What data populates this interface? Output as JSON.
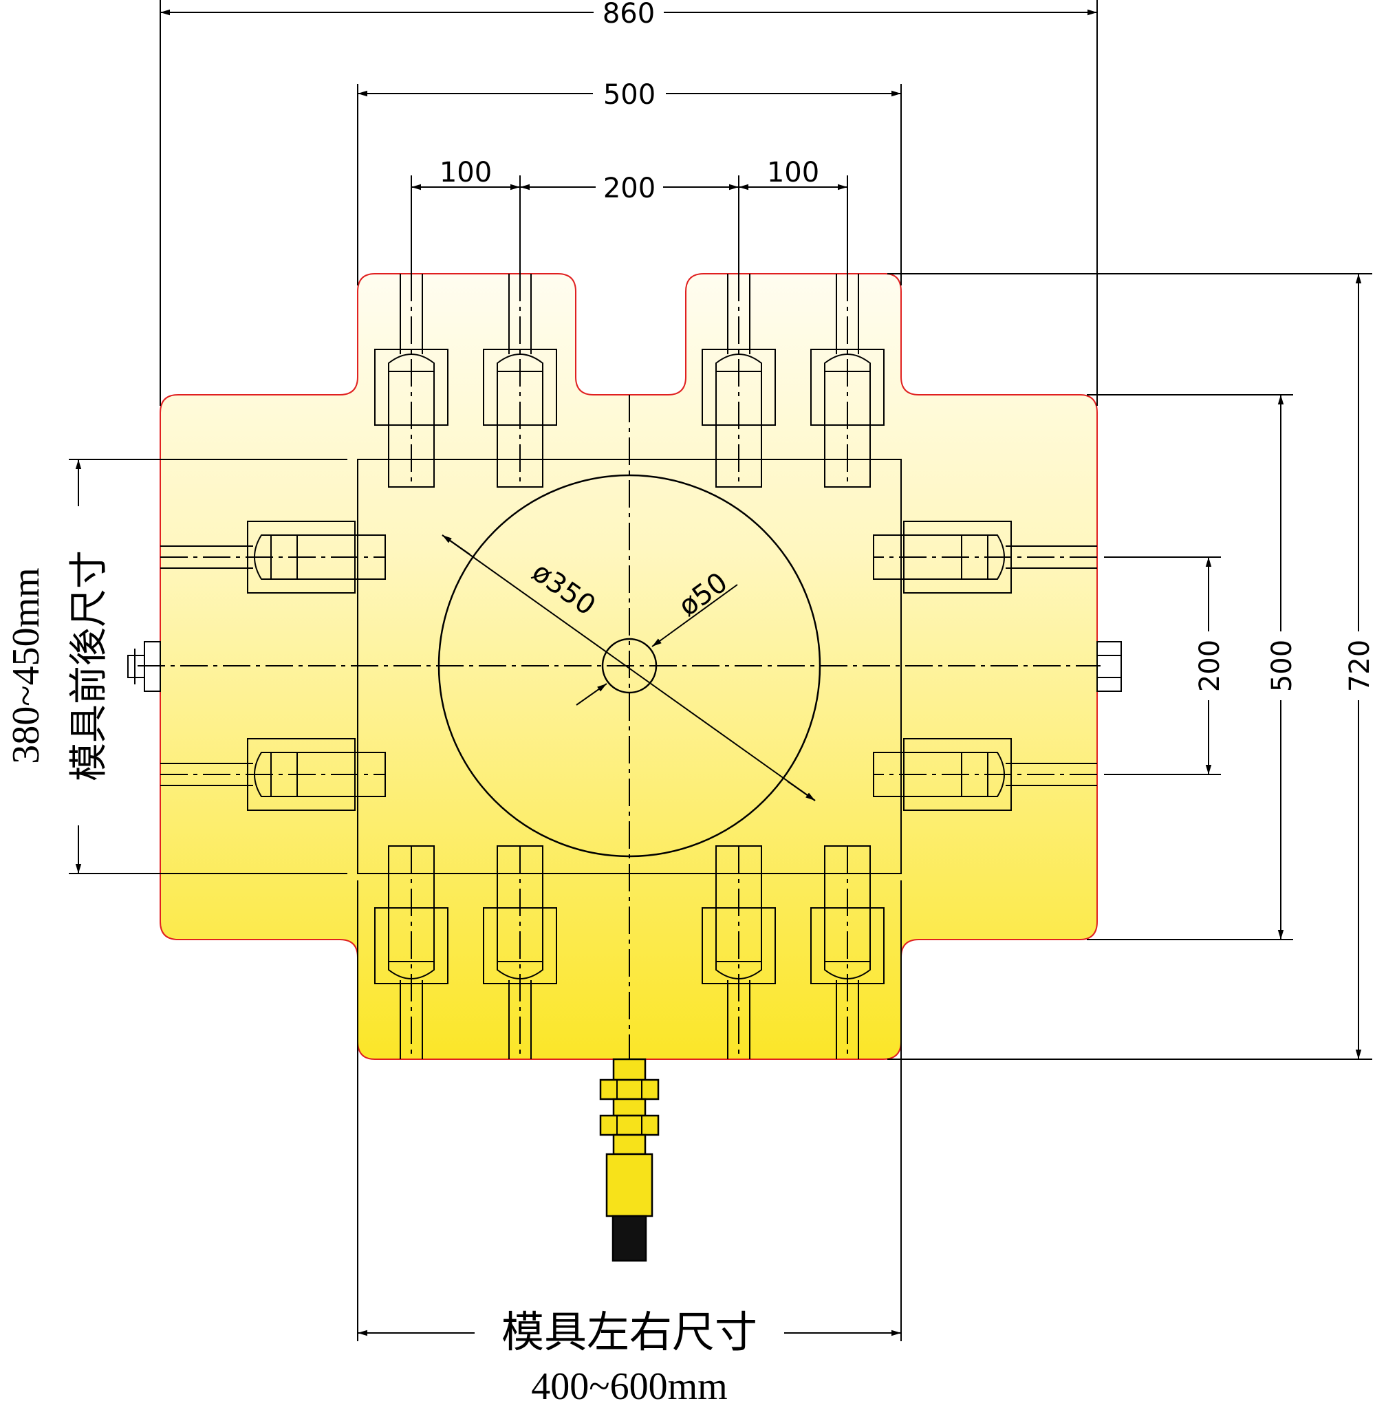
{
  "dimensions": {
    "overall_width": "860",
    "plate_width": "500",
    "clamp_spacing_left": "100",
    "clamp_spacing_center": "200",
    "clamp_spacing_right": "100",
    "right_inner": "200",
    "right_middle": "500",
    "right_outer": "720",
    "diameter_large": "ø350",
    "diameter_small": "ø50"
  },
  "labels": {
    "mold_front_back_title": "模具前後尺寸",
    "mold_front_back_range": "380~450mm",
    "mold_left_right_title": "模具左右尺寸",
    "mold_left_right_range": "400~600mm"
  },
  "colors": {
    "plate_top": "#fffdf0",
    "plate_bottom": "#fbe628",
    "plate_outline": "#e02020",
    "connector": "#f7e21a",
    "connector_tip": "#111111",
    "line": "#000000"
  }
}
